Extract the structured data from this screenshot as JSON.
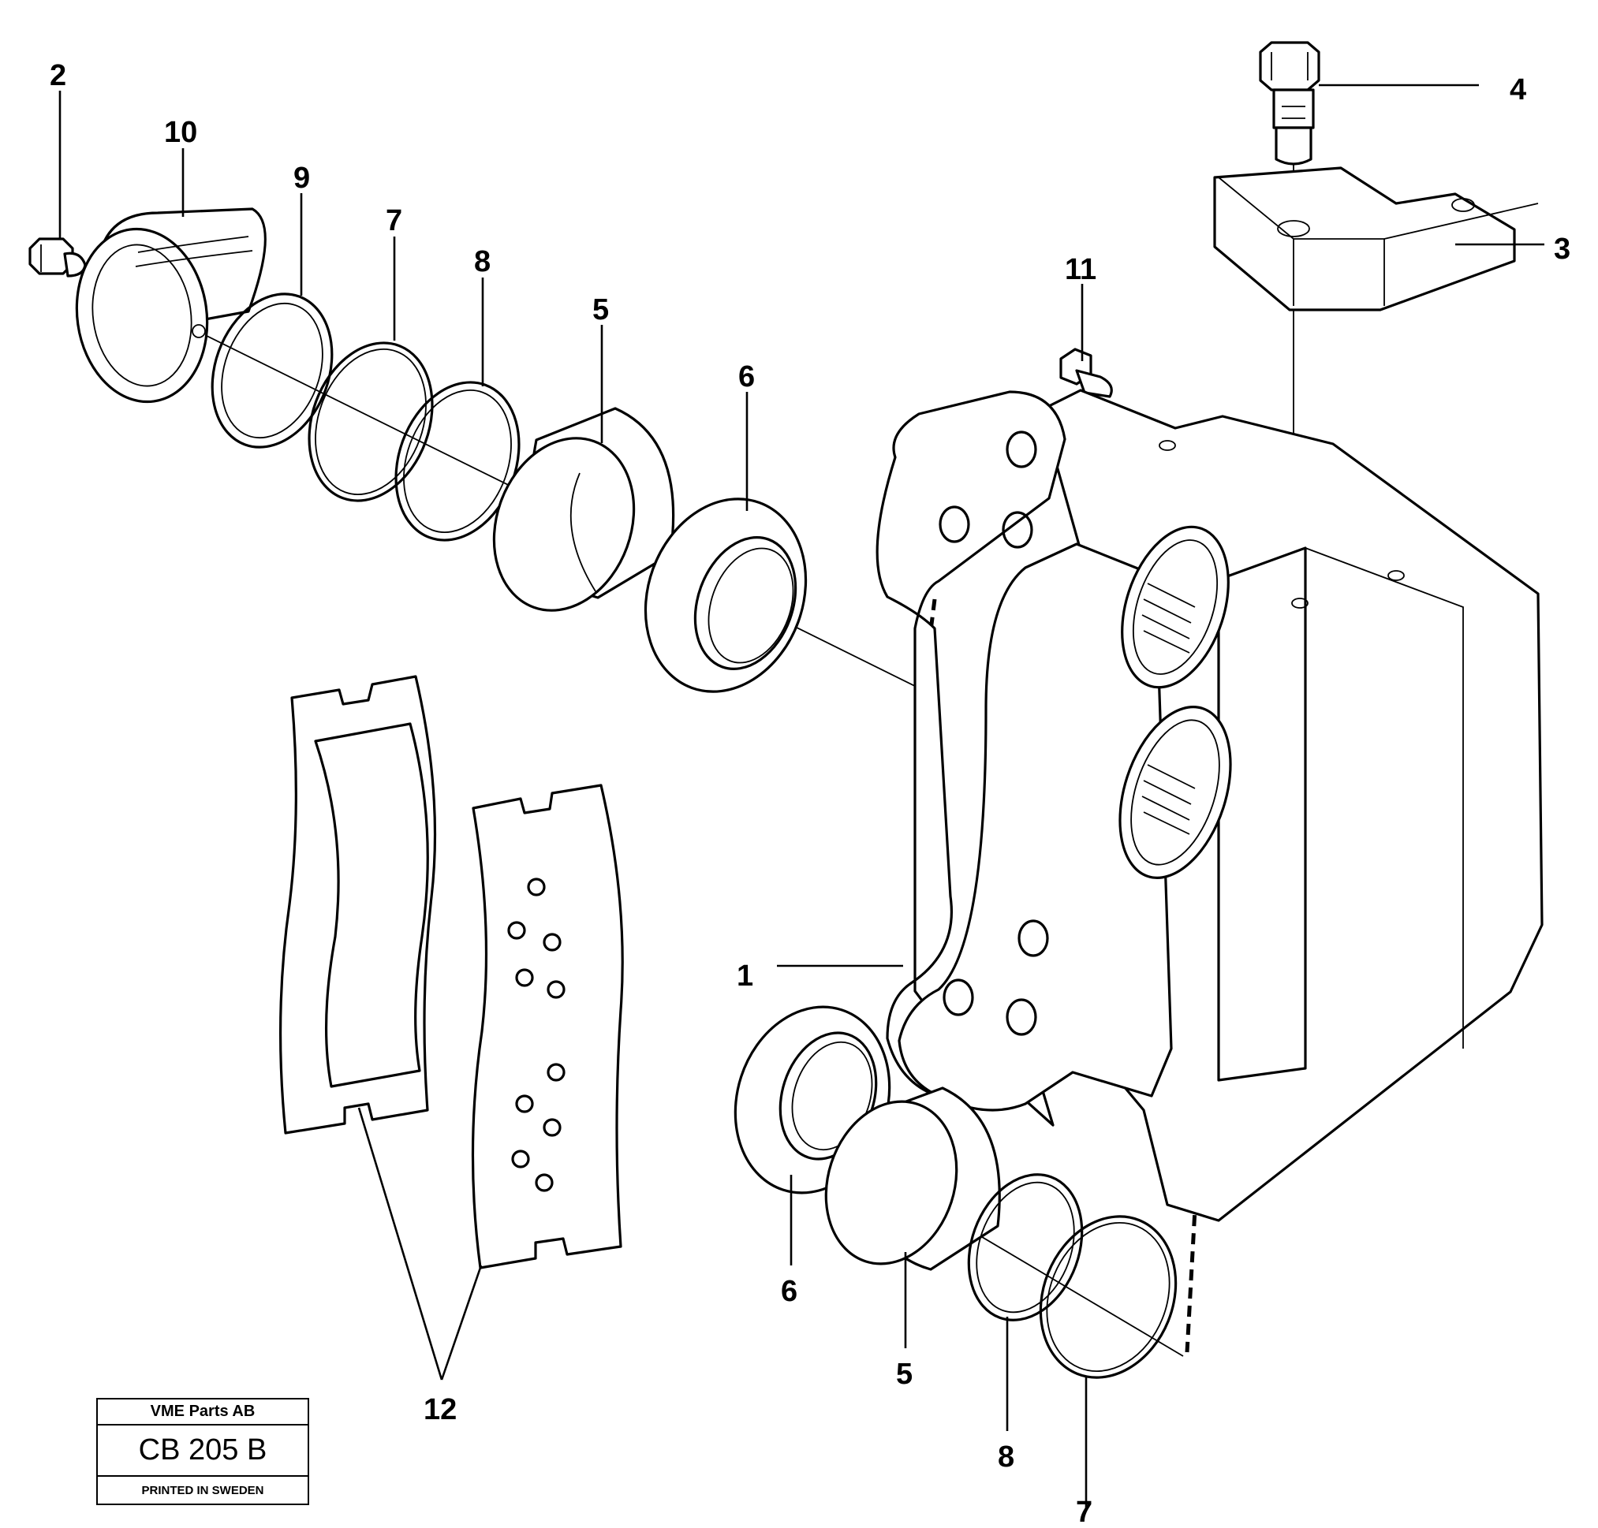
{
  "callouts": [
    {
      "id": "c2",
      "text": "2"
    },
    {
      "id": "c10",
      "text": "10"
    },
    {
      "id": "c9",
      "text": "9"
    },
    {
      "id": "c7a",
      "text": "7"
    },
    {
      "id": "c8a",
      "text": "8"
    },
    {
      "id": "c5a",
      "text": "5"
    },
    {
      "id": "c6a",
      "text": "6"
    },
    {
      "id": "c11",
      "text": "11"
    },
    {
      "id": "c4",
      "text": "4"
    },
    {
      "id": "c3",
      "text": "3"
    },
    {
      "id": "c1",
      "text": "1"
    },
    {
      "id": "c6b",
      "text": "6"
    },
    {
      "id": "c5b",
      "text": "5"
    },
    {
      "id": "c8b",
      "text": "8"
    },
    {
      "id": "c7b",
      "text": "7"
    },
    {
      "id": "c12",
      "text": "12"
    }
  ],
  "stamp": {
    "company": "VME Parts AB",
    "code": "CB 205 B",
    "printed": "PRINTED IN SWEDEN"
  }
}
